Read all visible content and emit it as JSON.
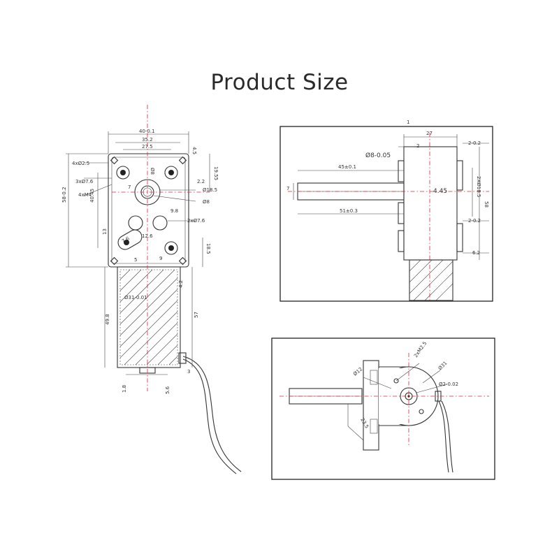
{
  "title": "Product Size",
  "colors": {
    "centerline": "#e0262c",
    "linework": "#333333"
  },
  "front_view": {
    "dims": {
      "width": "40-0.1",
      "w2": "35.2",
      "w3": "27.5",
      "top_offset": "4.5",
      "holes_4": "4xØ2.5",
      "holes_3": "3xØ7.6",
      "threads": "4xM4",
      "shaft_dia": "Ø8",
      "v7": "7",
      "v22": "2.2",
      "v1955": "19.55",
      "boss": "Ø18.5",
      "key": "Ø8",
      "v4045": "40.45",
      "v98": "9.8",
      "holes_2": "2xØ7.6",
      "height": "58-0.2",
      "v13": "13",
      "v126": "12.6",
      "v76": "7.6",
      "v185": "18.5",
      "v5": "5",
      "v9": "9",
      "v42": "4.2",
      "motor_dia": "Ø31-0.01",
      "v498": "49.8",
      "v57": "57",
      "v3": "3",
      "v18": "1.8",
      "v56": "5.6"
    }
  },
  "side_view": {
    "dims": {
      "v1": "1",
      "v27": "27",
      "v2a": "2",
      "v202a": "2-0.2",
      "shaft": "Ø8-0.05",
      "v45": "45±0.1",
      "v7": "7",
      "v445": "4.45",
      "v2x185": "2XØ18.5",
      "v58": "58",
      "v51": "51±0.3",
      "v202b": "2-0.2",
      "v62": "6.2"
    }
  },
  "end_view": {
    "dims": {
      "m25": "2xM2.5",
      "d12": "Ø12",
      "d31": "Ø31",
      "d202": "Ø2-0.02",
      "v235": "23.5"
    }
  }
}
